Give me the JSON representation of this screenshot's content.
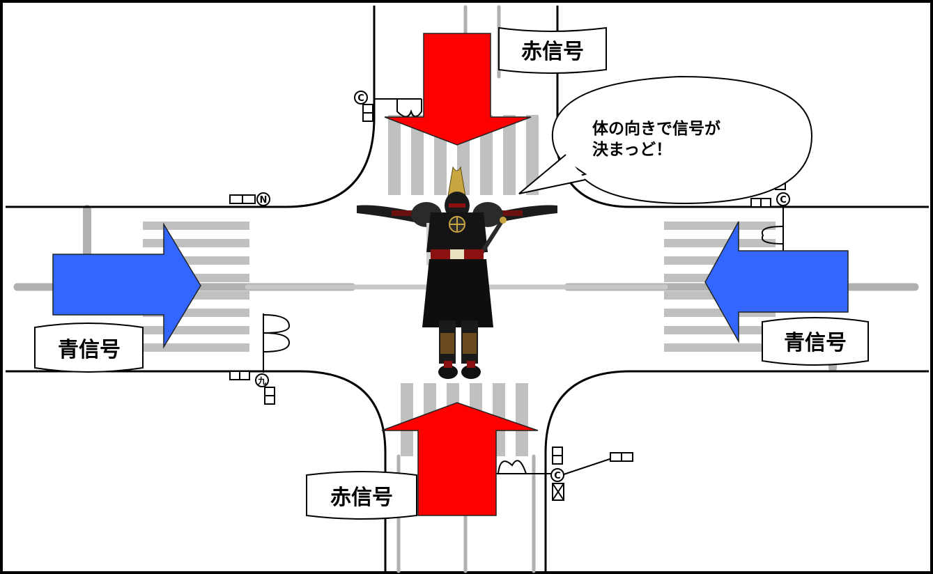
{
  "labels": {
    "top_red": "赤信号",
    "bottom_red": "赤信号",
    "left_blue": "青信号",
    "right_blue": "青信号"
  },
  "speech": {
    "line1": "体の向きで信号が",
    "line2": "決まっど！"
  },
  "markers": {
    "c_top": "C",
    "c_right": "C",
    "c_bottom": "C",
    "n_mark": "N",
    "kyu_mark": "九"
  },
  "colors": {
    "red_arrow": "#ff0000",
    "blue_arrow": "#3366ff",
    "crosswalk": "#c0c0c0",
    "road_line": "#000000"
  }
}
